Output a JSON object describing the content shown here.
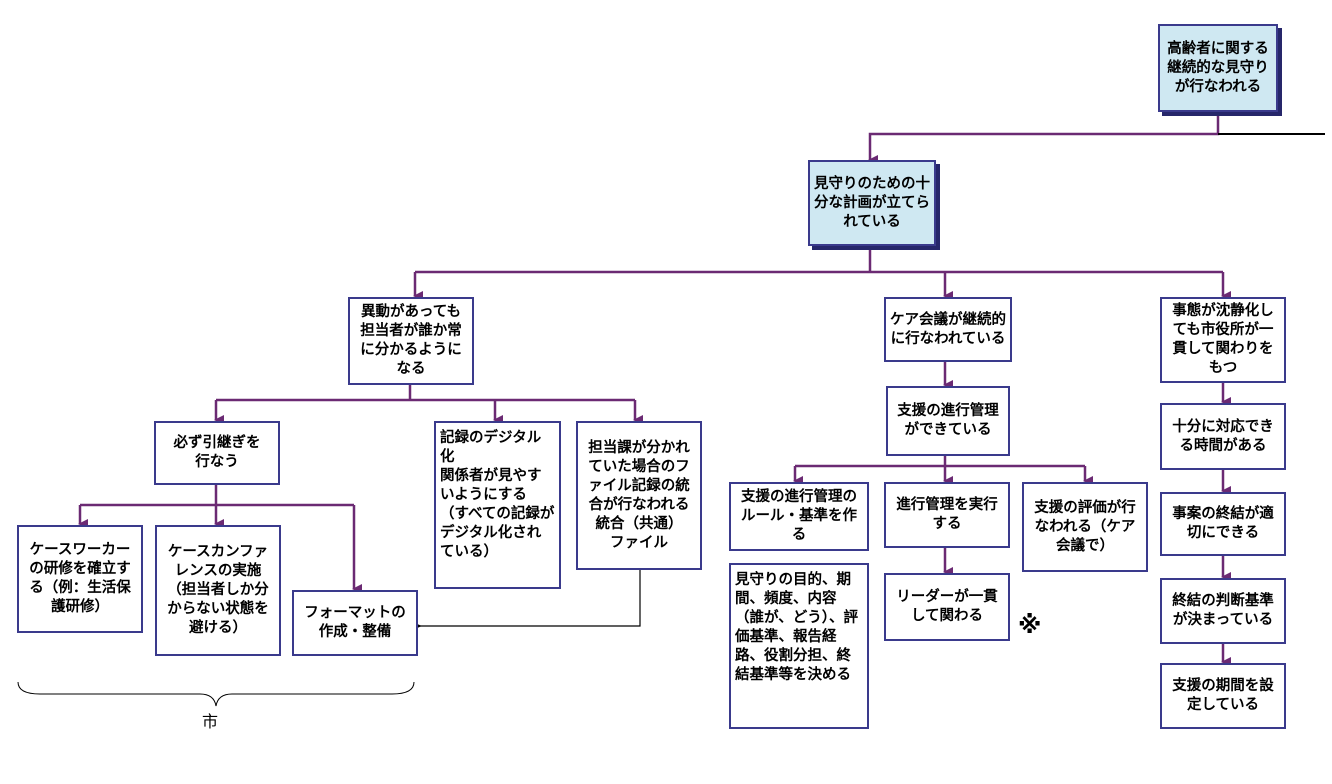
{
  "nodes": {
    "goal": "高齢者に関する継続的な見守りが行なわれる",
    "plan": "見守りのための十分な計画が立てられている",
    "handover": "異動があっても担当者が誰か常に分かるようになる",
    "care_meeting": "ケア会議が継続的に行なわれている",
    "city_office": "事態が沈静化しても市役所が一貫して関わりをもつ",
    "must_inherit": "必ず引継ぎを\n行なう",
    "digital": "記録のデジタル化\n関係者が見やすいようにする（すべての記録がデジタル化されている）",
    "file_merge": "担当課が分かれていた場合のファイル記録の統合が行なわれる\n統合（共通）\nファイル",
    "progress": "支援の進行管理ができている",
    "enough_time": "十分に対応できる時間がある",
    "case_worker": "ケースワーカーの研修を確立する（例：生活保護研修）",
    "case_conf": "ケースカンファレンスの実施（担当者しか分からない状態を避ける）",
    "format": "フォーマットの作成・整備",
    "rules": "支援の進行管理のルール・基準を作る",
    "execute": "進行管理を実行する",
    "evaluation": "支援の評価が行なわれる（ケア会議で）",
    "case_end": "事案の終結が適切にできる",
    "watch_details": "見守りの目的、期間、頻度、内容（誰が、どう）、評価基準、報告経路、役割分担、終結基準等を決める",
    "leader": "リーダーが一貫して関わる",
    "criteria": "終結の判断基準が決まっている",
    "period": "支援の期間を設定している"
  },
  "annotations": {
    "note_mark": "※",
    "brace_label": "市"
  },
  "colors": {
    "box_border": "#3a3a8c",
    "highlight_fill": "#cfe8f2",
    "arrow": "#6b2a73",
    "line": "#000000"
  }
}
